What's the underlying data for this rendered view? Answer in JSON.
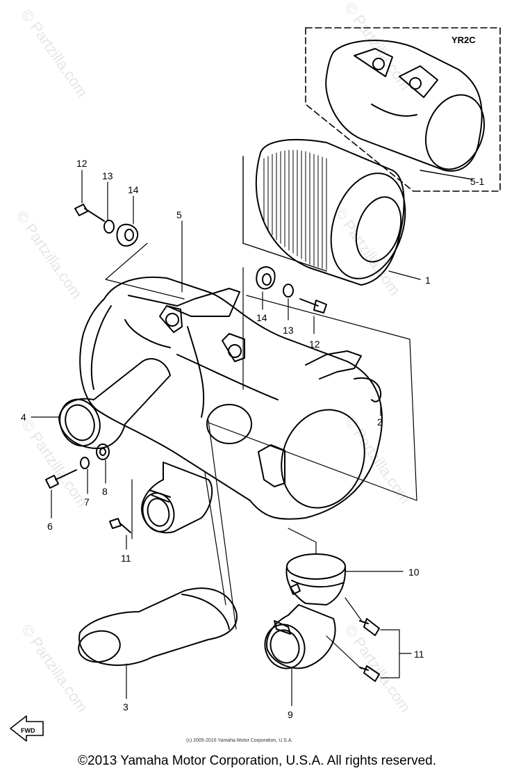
{
  "inset": {
    "label": "YR2C"
  },
  "callouts": {
    "c1": "1",
    "c2": "2",
    "c3": "3",
    "c4": "4",
    "c5": "5",
    "c5_1": "5-1",
    "c6": "6",
    "c7": "7",
    "c8": "8",
    "c9": "9",
    "c10": "10",
    "c11a": "11",
    "c11b": "11",
    "c12a": "12",
    "c12b": "12",
    "c13a": "13",
    "c13b": "13",
    "c14a": "14",
    "c14b": "14"
  },
  "watermark": "© Partzilla.com",
  "fwd_mark": "FWD",
  "small_copyright": "(c) 2005-2016 Yamaha Motor Corporation, U.S.A.",
  "footer": "©2013 Yamaha Motor Corporation, U.S.A. All rights reserved."
}
